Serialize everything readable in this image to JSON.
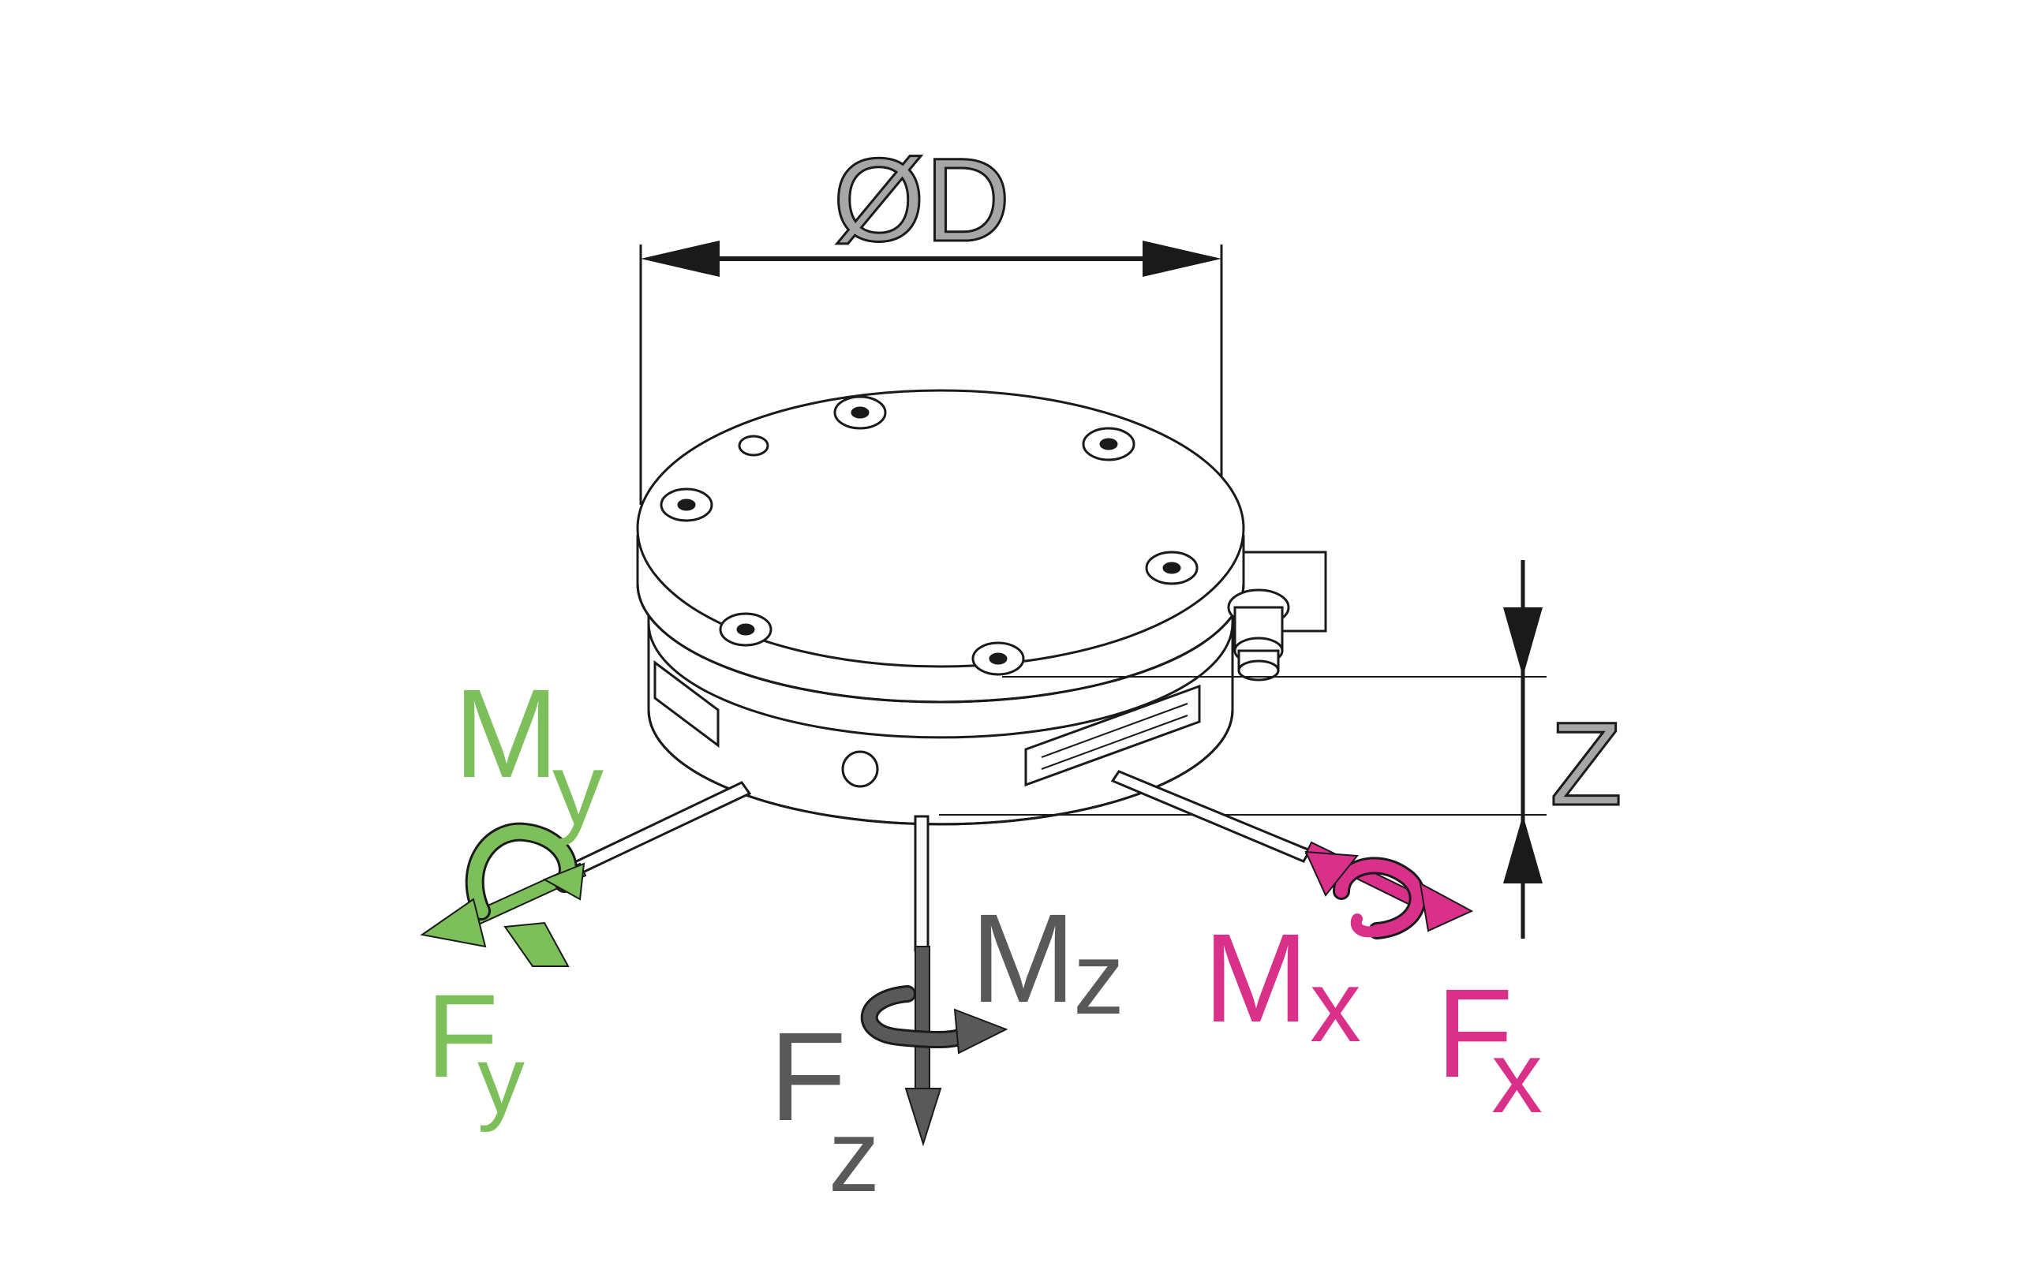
{
  "diagram": {
    "colors": {
      "outline": "#1a1a1a",
      "body_fill": "#ffffff",
      "dimension_gray": "#a6a6a6",
      "fz_mz_gray": "#595959",
      "fy_my_green": "#7dbf5a",
      "fx_mx_magenta": "#d9308a"
    },
    "labels": {
      "diameter": "ØD",
      "height": "Z",
      "my_main": "M",
      "my_sub": "y",
      "fy_main": "F",
      "fy_sub": "y",
      "mz_main": "M",
      "mz_sub": "z",
      "fz_main": "F",
      "fz_sub": "z",
      "mx_main": "M",
      "mx_sub": "x",
      "fx_main": "F",
      "fx_sub": "x"
    },
    "icons": {
      "my_rotation": "curved-arrow-icon",
      "mx_rotation": "curved-arrow-icon",
      "mz_rotation": "curved-arrow-icon",
      "fy_direction": "cone-arrow-icon",
      "fx_direction": "cone-arrow-icon",
      "fz_direction": "cone-arrow-icon"
    }
  }
}
